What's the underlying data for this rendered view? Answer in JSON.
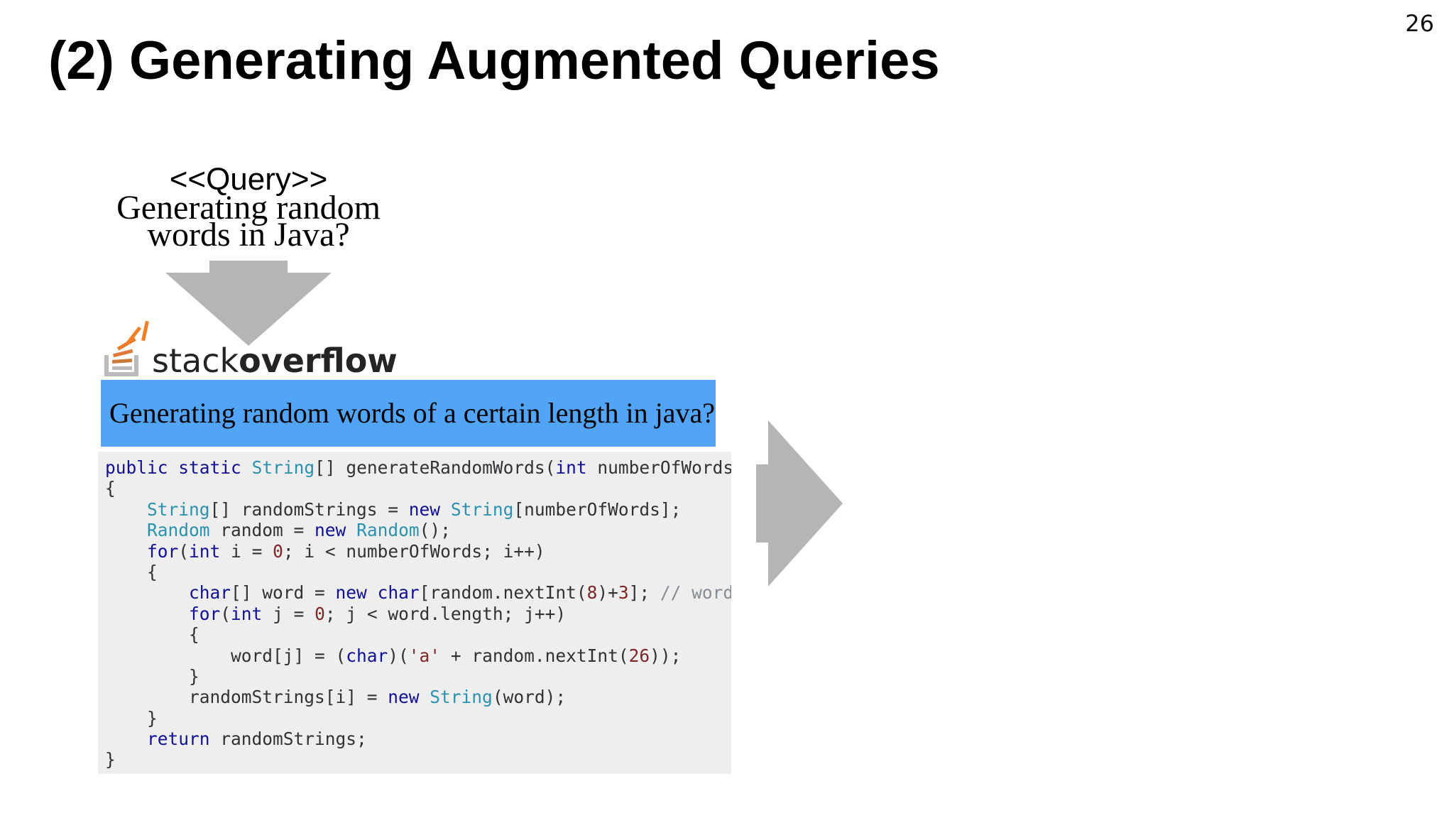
{
  "slide": {
    "title": "(2) Generating Augmented Queries",
    "page_number": "26"
  },
  "query": {
    "label": "<<Query>>",
    "lines": [
      "Generating random",
      "words in Java?"
    ]
  },
  "stackoverflow": {
    "wordmark_light": "stack",
    "wordmark_bold": "overflow",
    "question_title": "Generating random words of a certain length in java?"
  },
  "code_lines": [
    [
      {
        "t": "kw",
        "v": "public"
      },
      {
        "t": "plain",
        "v": " "
      },
      {
        "t": "kw",
        "v": "static"
      },
      {
        "t": "plain",
        "v": " "
      },
      {
        "t": "type",
        "v": "String"
      },
      {
        "t": "plain",
        "v": "[] generateRandomWords("
      },
      {
        "t": "kw",
        "v": "int"
      },
      {
        "t": "plain",
        "v": " numberOfWords)"
      }
    ],
    [
      {
        "t": "plain",
        "v": "{"
      }
    ],
    [
      {
        "t": "plain",
        "v": "    "
      },
      {
        "t": "type",
        "v": "String"
      },
      {
        "t": "plain",
        "v": "[] randomStrings = "
      },
      {
        "t": "kw",
        "v": "new"
      },
      {
        "t": "plain",
        "v": " "
      },
      {
        "t": "type",
        "v": "String"
      },
      {
        "t": "plain",
        "v": "[numberOfWords];"
      }
    ],
    [
      {
        "t": "plain",
        "v": "    "
      },
      {
        "t": "type",
        "v": "Random"
      },
      {
        "t": "plain",
        "v": " random = "
      },
      {
        "t": "kw",
        "v": "new"
      },
      {
        "t": "plain",
        "v": " "
      },
      {
        "t": "type",
        "v": "Random"
      },
      {
        "t": "plain",
        "v": "();"
      }
    ],
    [
      {
        "t": "plain",
        "v": "    "
      },
      {
        "t": "kw",
        "v": "for"
      },
      {
        "t": "plain",
        "v": "("
      },
      {
        "t": "kw",
        "v": "int"
      },
      {
        "t": "plain",
        "v": " i = "
      },
      {
        "t": "num",
        "v": "0"
      },
      {
        "t": "plain",
        "v": "; i < numberOfWords; i++)"
      }
    ],
    [
      {
        "t": "plain",
        "v": "    {"
      }
    ],
    [
      {
        "t": "plain",
        "v": "        "
      },
      {
        "t": "kw",
        "v": "char"
      },
      {
        "t": "plain",
        "v": "[] word = "
      },
      {
        "t": "kw",
        "v": "new"
      },
      {
        "t": "plain",
        "v": " "
      },
      {
        "t": "kw",
        "v": "char"
      },
      {
        "t": "plain",
        "v": "[random.nextInt("
      },
      {
        "t": "num",
        "v": "8"
      },
      {
        "t": "plain",
        "v": ")+"
      },
      {
        "t": "num",
        "v": "3"
      },
      {
        "t": "plain",
        "v": "]; "
      },
      {
        "t": "com",
        "v": "// words"
      }
    ],
    [
      {
        "t": "plain",
        "v": "        "
      },
      {
        "t": "kw",
        "v": "for"
      },
      {
        "t": "plain",
        "v": "("
      },
      {
        "t": "kw",
        "v": "int"
      },
      {
        "t": "plain",
        "v": " j = "
      },
      {
        "t": "num",
        "v": "0"
      },
      {
        "t": "plain",
        "v": "; j < word.length; j++)"
      }
    ],
    [
      {
        "t": "plain",
        "v": "        {"
      }
    ],
    [
      {
        "t": "plain",
        "v": "            word[j] = ("
      },
      {
        "t": "kw",
        "v": "char"
      },
      {
        "t": "plain",
        "v": ")("
      },
      {
        "t": "str",
        "v": "'a'"
      },
      {
        "t": "plain",
        "v": " + random.nextInt("
      },
      {
        "t": "num",
        "v": "26"
      },
      {
        "t": "plain",
        "v": "));"
      }
    ],
    [
      {
        "t": "plain",
        "v": "        }"
      }
    ],
    [
      {
        "t": "plain",
        "v": "        randomStrings[i] = "
      },
      {
        "t": "kw",
        "v": "new"
      },
      {
        "t": "plain",
        "v": " "
      },
      {
        "t": "type",
        "v": "String"
      },
      {
        "t": "plain",
        "v": "(word);"
      }
    ],
    [
      {
        "t": "plain",
        "v": "    }"
      }
    ],
    [
      {
        "t": "plain",
        "v": "    "
      },
      {
        "t": "kw",
        "v": "return"
      },
      {
        "t": "plain",
        "v": " randomStrings;"
      }
    ],
    [
      {
        "t": "plain",
        "v": "}"
      }
    ]
  ],
  "colors": {
    "question_bar": "#52a4f7",
    "code_background": "#eeeeee",
    "arrow": "#b5b5b5",
    "logo_orange": "#f48024",
    "logo_tray": "#bcbbbb"
  },
  "icons": {
    "down_arrow": "down-arrow-icon",
    "right_arrow": "right-arrow-icon",
    "logo": "stackoverflow-logo-icon"
  }
}
